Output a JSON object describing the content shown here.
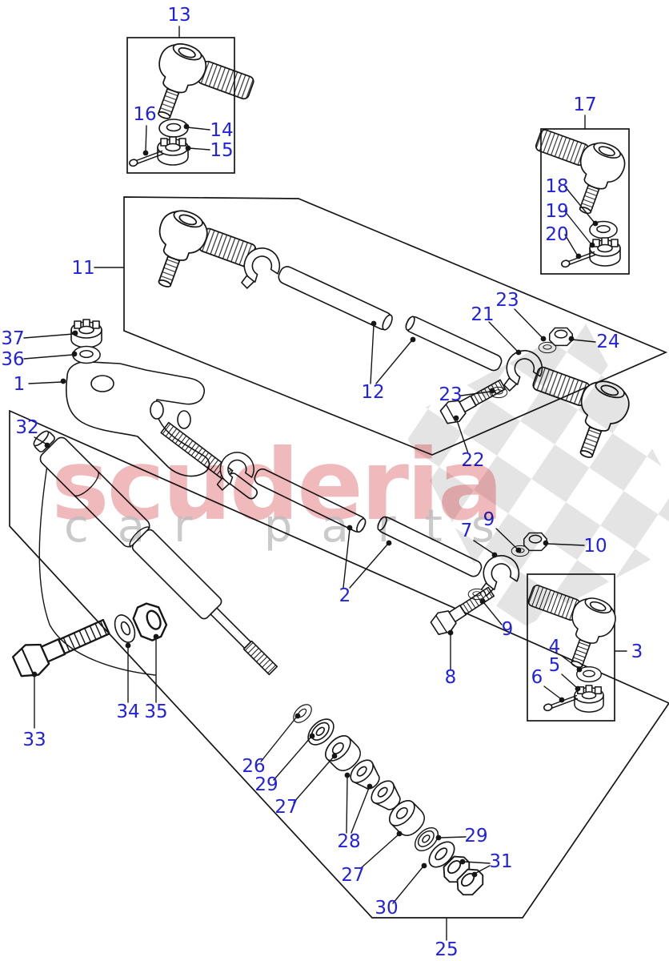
{
  "labels": {
    "p13": "13",
    "p16": "16",
    "p14": "14",
    "p15": "15",
    "p17": "17",
    "p18": "18",
    "p19": "19",
    "p20": "20",
    "p11": "11",
    "p12": "12",
    "p37": "37",
    "p36": "36",
    "p1": "1",
    "p32": "32",
    "p23a": "23",
    "p21": "21",
    "p24": "24",
    "p23b": "23",
    "p22": "22",
    "p2": "2",
    "p9a": "9",
    "p7": "7",
    "p10": "10",
    "p9b": "9",
    "p8": "8",
    "p3": "3",
    "p4": "4",
    "p5": "5",
    "p6": "6",
    "p33": "33",
    "p34": "34",
    "p35": "35",
    "p26": "26",
    "p29a": "29",
    "p27a": "27",
    "p28": "28",
    "p27b": "27",
    "p29b": "29",
    "p31": "31",
    "p30": "30",
    "p25": "25"
  },
  "watermark": {
    "brand": "scuderia",
    "tagline": "car parts"
  },
  "theme": {
    "background": "#ffffff",
    "line_color": "#161616",
    "label_color": "#2121e0",
    "brand_color": "#cf2730",
    "tagline_color": "#bdbdbd",
    "flag_color": "#e4e4e4"
  }
}
